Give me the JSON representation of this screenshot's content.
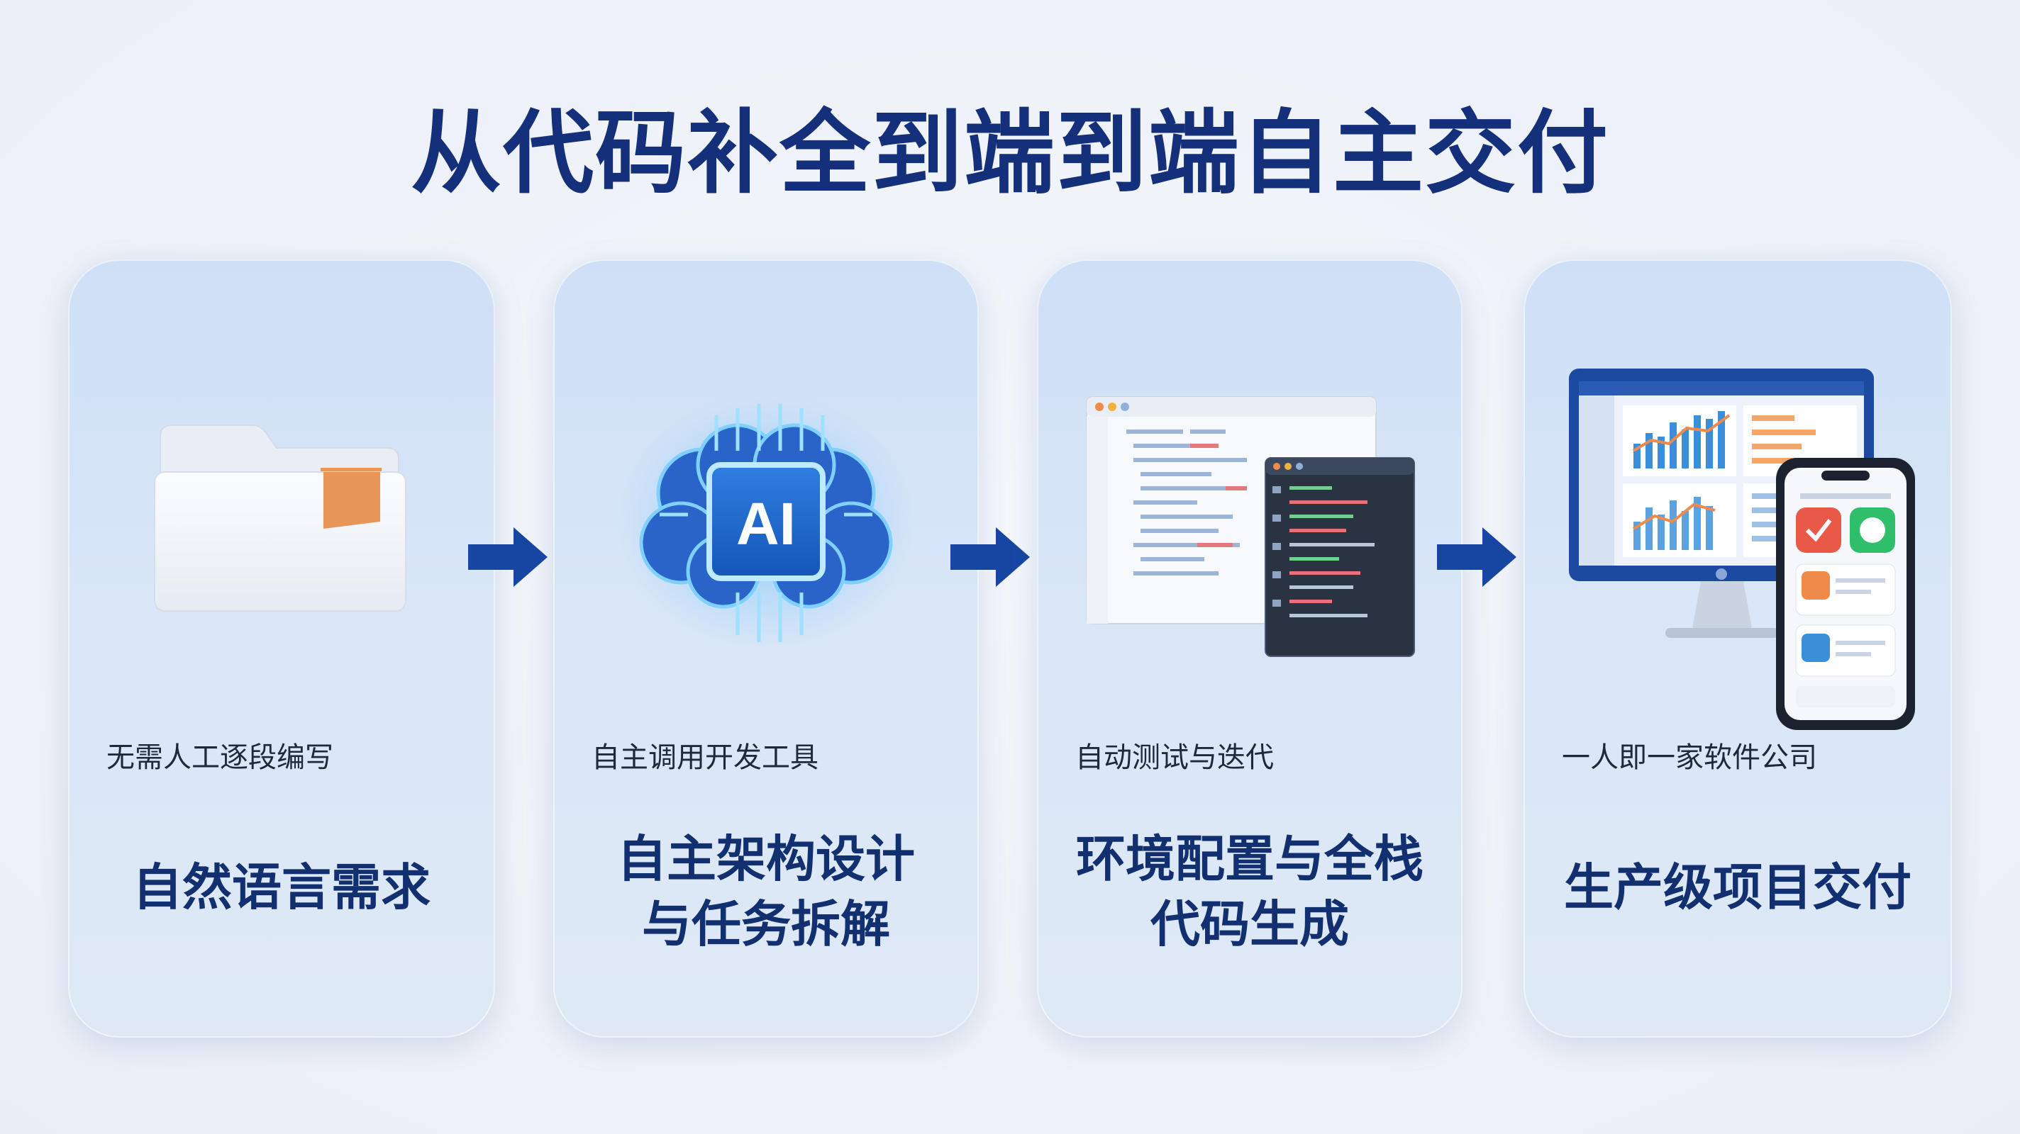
{
  "title": "从代码补全到端到端自主交付",
  "steps": [
    {
      "subtitle": "无需人工逐段编写",
      "heading_lines": [
        "自然语言需求"
      ],
      "icon": "folder-icon"
    },
    {
      "subtitle": "自主调用开发工具",
      "heading_lines": [
        "自主架构设计",
        "与任务拆解"
      ],
      "icon": "ai-brain-icon",
      "icon_text": "AI"
    },
    {
      "subtitle": "自动测试与迭代",
      "heading_lines": [
        "环境配置与全栈",
        "代码生成"
      ],
      "icon": "code-editor-icon"
    },
    {
      "subtitle": "一人即一家软件公司",
      "heading_lines": [
        "生产级项目交付"
      ],
      "icon": "desktop-and-phone-icon"
    }
  ],
  "colors": {
    "title": "#15307a",
    "heading": "#12306f",
    "arrow": "#1746a2",
    "card": "#d3e3f6"
  }
}
